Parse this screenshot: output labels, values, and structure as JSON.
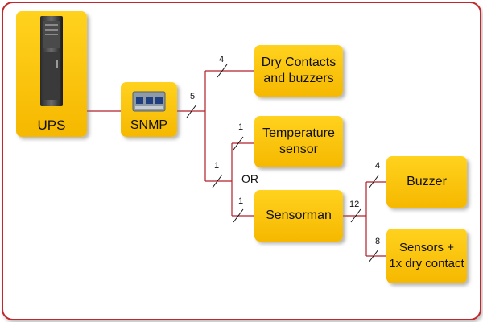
{
  "nodes": {
    "ups": {
      "label": "UPS",
      "icon": "server-rack-icon"
    },
    "snmp": {
      "label": "SNMP",
      "icon": "network-card-icon"
    },
    "dry_contacts": {
      "label": "Dry Contacts\nand buzzers"
    },
    "temperature_sensor": {
      "label": "Temperature\nsensor"
    },
    "sensorman": {
      "label": "Sensorman"
    },
    "buzzer": {
      "label": "Buzzer"
    },
    "sensors": {
      "label": "Sensors +\n1x dry contact"
    }
  },
  "connections": {
    "snmp_bus": "5",
    "to_dry_contacts": "4",
    "to_temperature": "1",
    "to_sensorman_branch": "1",
    "to_sensorman": "1",
    "sensorman_bus": "12",
    "to_buzzer": "4",
    "to_sensors": "8"
  },
  "or_label": "OR",
  "colors": {
    "box": "#f6b800",
    "wire": "#b0202a",
    "frame": "#c0282d"
  }
}
